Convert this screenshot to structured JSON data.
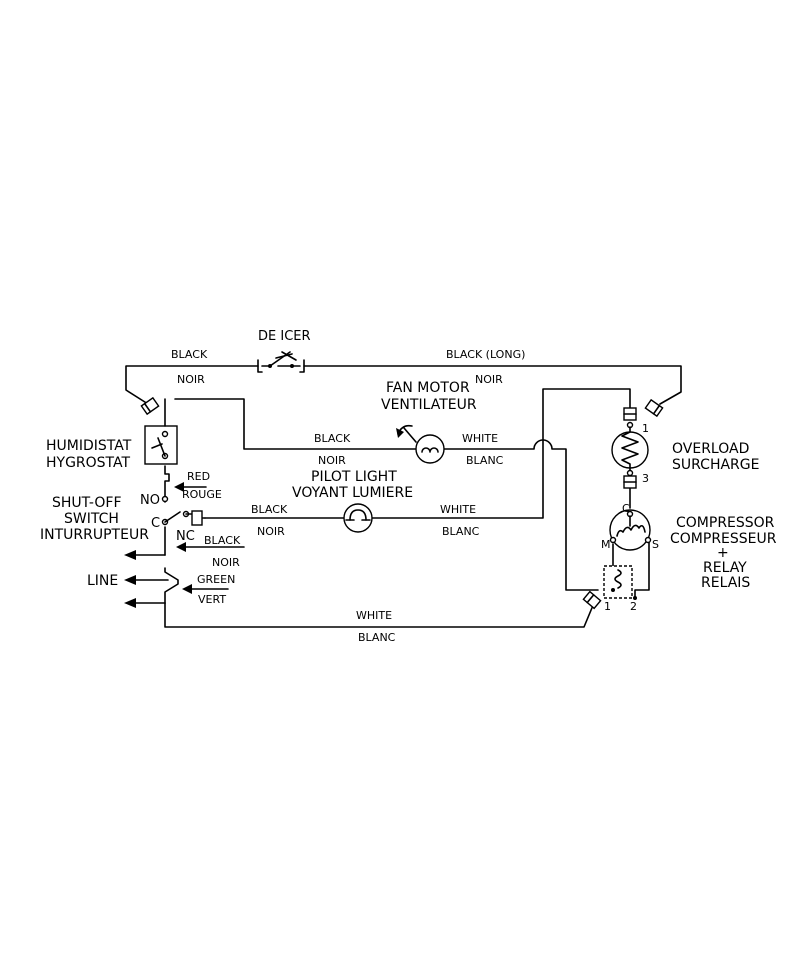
{
  "components": {
    "de_icer": "DE ICER",
    "fan_motor": [
      "FAN MOTOR",
      "VENTILATEUR"
    ],
    "humidistat": [
      "HUMIDISTAT",
      "HYGROSTAT"
    ],
    "shut_off": [
      "SHUT-OFF",
      "SWITCH",
      "INTURRUPTEUR"
    ],
    "pilot_light": [
      "PILOT LIGHT",
      "VOYANT LUMIERE"
    ],
    "overload": [
      "OVERLOAD",
      "SURCHARGE"
    ],
    "compressor": [
      "COMPRESSOR",
      "COMPRESSEUR",
      "+",
      "RELAY",
      "RELAIS"
    ],
    "line": "LINE"
  },
  "wires": {
    "black": "BLACK",
    "noir": "NOIR",
    "black_long": "BLACK (LONG)",
    "white": "WHITE",
    "blanc": "BLANC",
    "red": "RED",
    "rouge": "ROUGE",
    "green": "GREEN",
    "vert": "VERT"
  },
  "terminals": {
    "no": "NO",
    "c": "C",
    "nc": "NC",
    "t1": "1",
    "t3": "3",
    "comp_c": "C",
    "m": "M",
    "s": "S",
    "relay1": "1",
    "relay2": "2"
  }
}
